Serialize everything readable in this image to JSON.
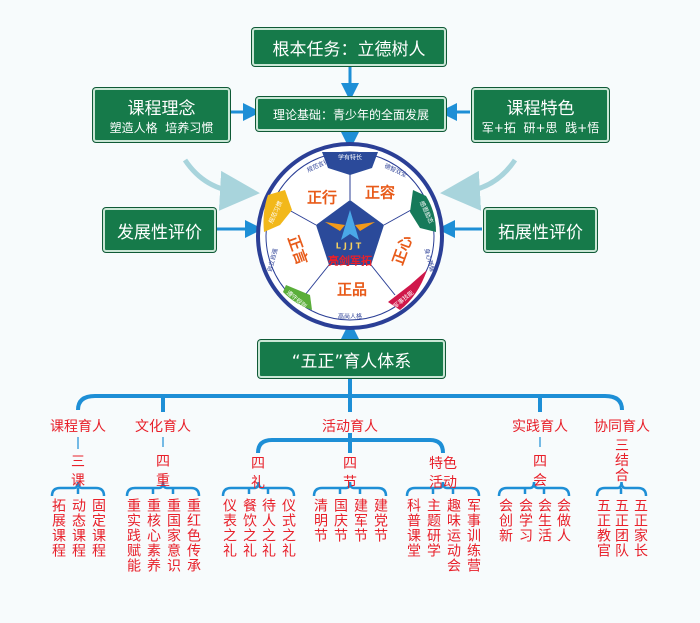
{
  "top": {
    "mission": "根本任务：立德树人",
    "theory": "理论基础：青少年的全面发展"
  },
  "left_box": {
    "title": "课程理念",
    "subtitle": "塑造人格  培养习惯"
  },
  "right_box": {
    "title": "课程特色",
    "subtitle": "军+拓  研+思  践+悟"
  },
  "left_eval": "发展性评价",
  "right_eval": "拓展性评价",
  "ball": {
    "logo_letters": "LJJT",
    "logo_name": "亮剑军拓",
    "panels": [
      "正行",
      "正容",
      "正心",
      "正品",
      "正言"
    ],
    "ring_labels": [
      "学有特长",
      "规范言行",
      "德智双全",
      "感恩励志",
      "身心两健",
      "军事技能",
      "高尚人格",
      "遵守规则",
      "自立自强",
      "规范习惯"
    ]
  },
  "system_title": "“五正”育人体系",
  "categories": [
    {
      "name": "课程育人",
      "sub": "三课",
      "leaves": [
        "拓展课程",
        "动态课程",
        "固定课程"
      ]
    },
    {
      "name": "文化育人",
      "sub": "四重",
      "leaves": [
        "重实践赋能",
        "重核心素养",
        "重国家意识",
        "重红色传承"
      ]
    },
    {
      "name": "活动育人",
      "groups": [
        {
          "sub": "四礼",
          "leaves": [
            "仪表之礼",
            "餐饮之礼",
            "待人之礼",
            "仪式之礼"
          ]
        },
        {
          "sub": "四节",
          "leaves": [
            "清明节",
            "国庆节",
            "建军节",
            "建党节"
          ]
        },
        {
          "sub": "特色活动",
          "leaves": [
            "科普课堂",
            "主题研学",
            "趣味运动会",
            "军事训练营"
          ]
        }
      ]
    },
    {
      "name": "实践育人",
      "sub": "四会",
      "leaves": [
        "会创新",
        "会学习",
        "会生活",
        "会做人"
      ]
    },
    {
      "name": "协同育人",
      "sub": "三结合",
      "leaves": [
        "五正教官",
        "五正团队",
        "五正家长"
      ]
    }
  ],
  "colors": {
    "green": "#167a4a",
    "blue": "#1e8fd6",
    "red": "#e8202a",
    "ball_blue": "#2b3f96"
  }
}
